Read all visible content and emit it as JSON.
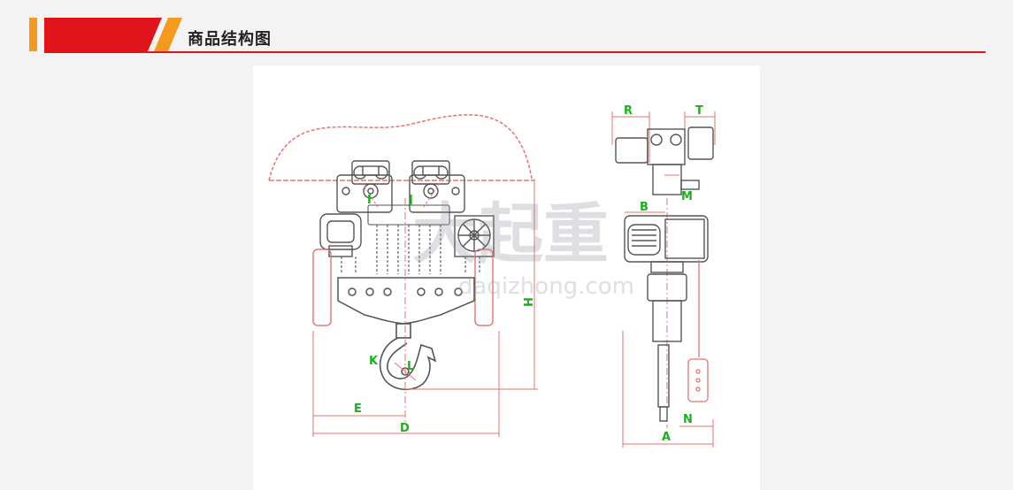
{
  "header": {
    "title": "商品结构图"
  },
  "colors": {
    "accent_orange": "#f39a1f",
    "accent_red": "#e0141b",
    "drawing_red": "#e57373",
    "drawing_gray": "#555555",
    "dimension_green": "#19b219"
  },
  "diagram": {
    "labels": {
      "r": "R",
      "t": "T",
      "i": "I",
      "j": "J",
      "b": "B",
      "m": "M",
      "h": "H",
      "k": "K",
      "l": "L",
      "e": "E",
      "d": "D",
      "n": "N",
      "a": "A"
    },
    "watermark": {
      "brand": "大起重",
      "url": "daqizhong.com"
    }
  }
}
